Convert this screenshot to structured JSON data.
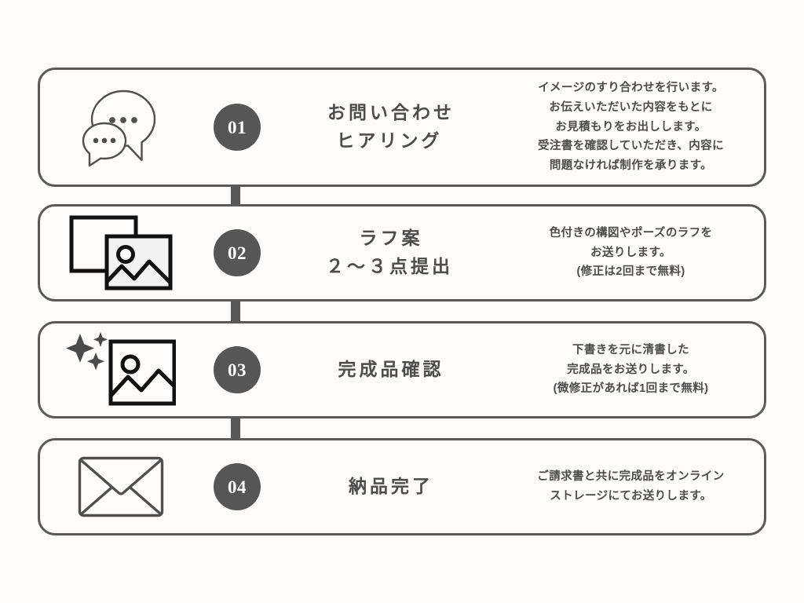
{
  "theme": {
    "background": "#fdfcfa",
    "card_fill": "#fdfcfa",
    "card_border": "#5a5a5a",
    "badge_fill": "#565656",
    "badge_text": "#ffffff",
    "text": "#4c4c4c",
    "connector": "#595959"
  },
  "steps": [
    {
      "number": "01",
      "icon": "speech-bubbles-icon",
      "title": "お問い合わせ\nヒアリング",
      "description": "イメージのすり合わせを行います。\nお伝えいただいた内容をもとに\nお見積もりをお出しします。\n受注書を確認していただき、内容に\n問題なければ制作を承ります。"
    },
    {
      "number": "02",
      "icon": "stacked-images-icon",
      "title": "ラフ案\n２〜３点提出",
      "description": "色付きの構図やポーズのラフを\nお送りします。\n(修正は2回まで無料)"
    },
    {
      "number": "03",
      "icon": "sparkle-image-icon",
      "title": "完成品確認",
      "description": "下書きを元に清書した\n完成品をお送りします。\n(微修正があれば1回まで無料)"
    },
    {
      "number": "04",
      "icon": "envelope-icon",
      "title": "納品完了",
      "description": "ご請求書と共に完成品をオンライン\nストレージにてお送りします。"
    }
  ]
}
